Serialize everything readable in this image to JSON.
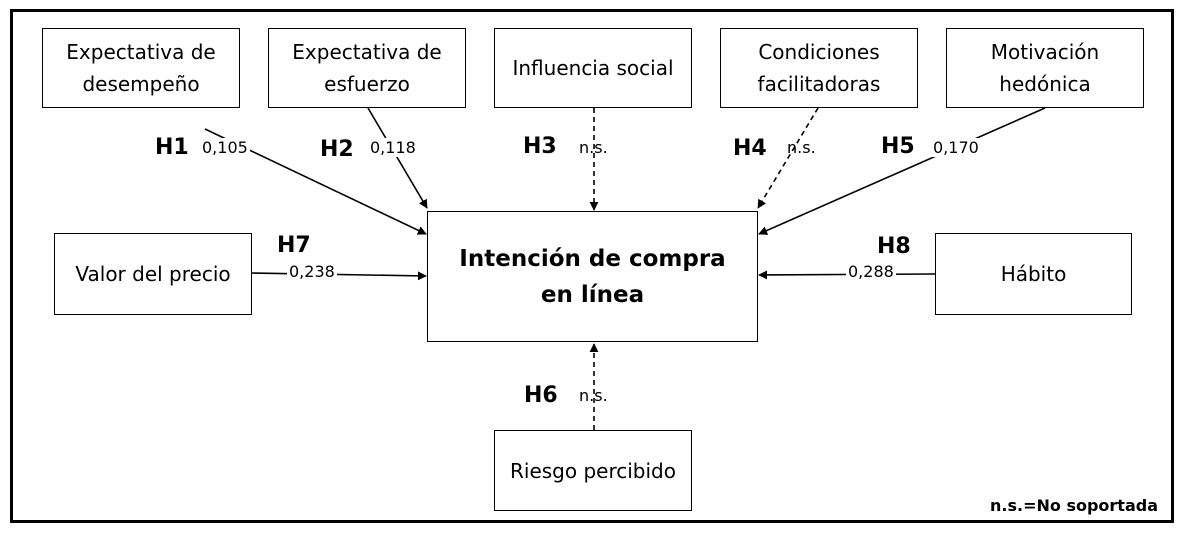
{
  "constructs": {
    "expectativa_desempeno": "Expectativa de desempeño",
    "expectativa_esfuerzo": "Expectativa de esfuerzo",
    "influencia_social": "Influencia social",
    "condiciones_facilitadoras": "Condiciones facilitadoras",
    "motivacion_hedonica": "Motivación hedónica",
    "valor_precio": "Valor del precio",
    "habito": "Hábito",
    "riesgo_percibido": "Riesgo percibido",
    "intencion_compra": "Intención de compra en línea"
  },
  "hypotheses": [
    {
      "id": "H1",
      "coef": "0,105",
      "supported": true
    },
    {
      "id": "H2",
      "coef": "0,118",
      "supported": true
    },
    {
      "id": "H3",
      "coef": "n.s.",
      "supported": false
    },
    {
      "id": "H4",
      "coef": "n.s.",
      "supported": false
    },
    {
      "id": "H5",
      "coef": "0,170",
      "supported": true
    },
    {
      "id": "H6",
      "coef": "n.s.",
      "supported": false
    },
    {
      "id": "H7",
      "coef": "0,238",
      "supported": true
    },
    {
      "id": "H8",
      "coef": "0,288",
      "supported": true
    }
  ],
  "legend": "n.s.=No soportada"
}
